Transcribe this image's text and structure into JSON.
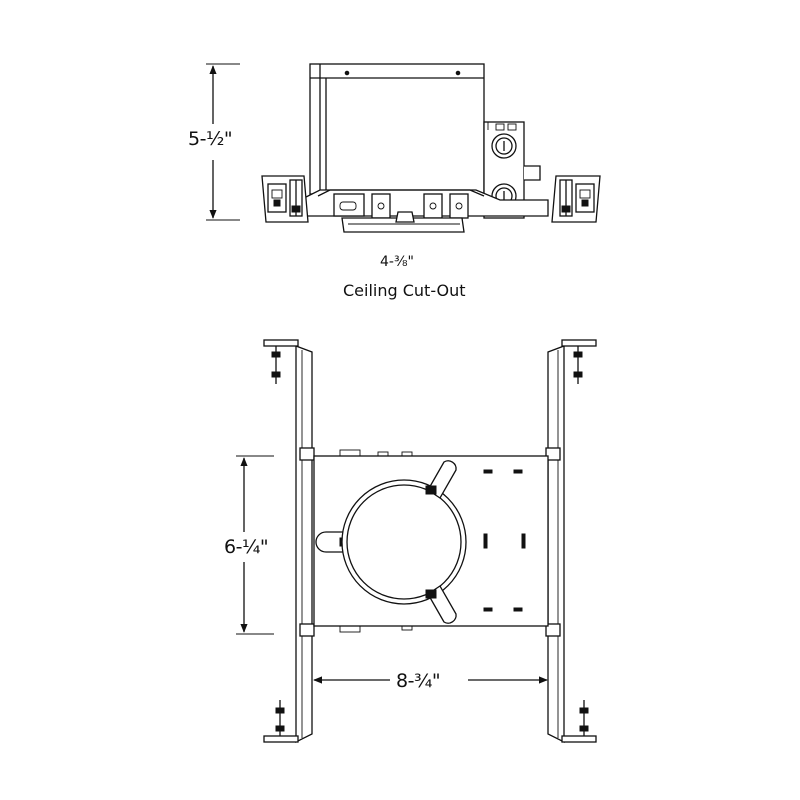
{
  "side_view": {
    "height_label": "5-½\"",
    "cutout_label": "4-⅜\"",
    "cutout_caption": "Ceiling Cut-Out"
  },
  "top_view": {
    "height_label": "6-¼\"",
    "width_label": "8-¾\""
  }
}
